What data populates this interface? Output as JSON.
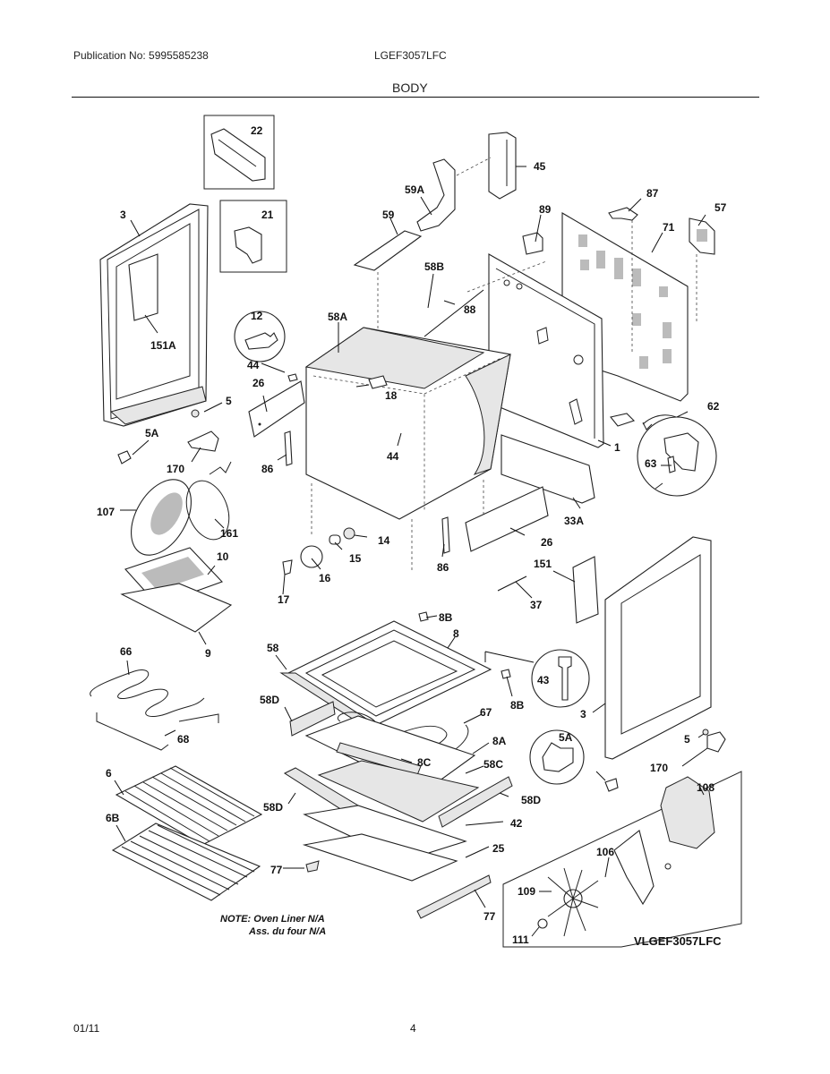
{
  "header": {
    "publication": "Publication No: 5995585238",
    "model": "LGEF3057LFC",
    "section": "BODY"
  },
  "footer": {
    "date": "01/11",
    "page": "4"
  },
  "diagram": {
    "code": "VLGEF3057LFC",
    "note_line1": "NOTE: Oven Liner N/A",
    "note_line2": "Ass. du four N/A",
    "labels": {
      "p22": "22",
      "p21": "21",
      "p45": "45",
      "p59A": "59A",
      "p59": "59",
      "p89": "89",
      "p87": "87",
      "p57": "57",
      "p71": "71",
      "p3_left": "3",
      "p151A": "151A",
      "p58B": "58B",
      "p88": "88",
      "p12": "12",
      "p58A": "58A",
      "p44_top": "44",
      "p26_left": "26",
      "p18": "18",
      "p5_left": "5",
      "p5A_left": "5A",
      "p170_left": "170",
      "p86_left": "86",
      "p44_mid": "44",
      "p1": "1",
      "p62": "62",
      "p63": "63",
      "p107": "107",
      "p161": "161",
      "p33A": "33A",
      "p14": "14",
      "p15": "15",
      "p26_right": "26",
      "p10": "10",
      "p16": "16",
      "p86_right": "86",
      "p151": "151",
      "p17": "17",
      "p37": "37",
      "p9": "9",
      "p8B_top": "8B",
      "p8": "8",
      "p66": "66",
      "p58": "58",
      "p43": "43",
      "p8B_bot": "8B",
      "p58D_top": "58D",
      "p67": "67",
      "p3_right": "3",
      "p68": "68",
      "p5A_right": "5A",
      "p5_right": "5",
      "p8A": "8A",
      "p8C": "8C",
      "p58C": "58C",
      "p170_right": "170",
      "p6": "6",
      "p108": "108",
      "p58D_right": "58D",
      "p58D_left": "58D",
      "p6B": "6B",
      "p42": "42",
      "p25": "25",
      "p106": "106",
      "p77_left": "77",
      "p109": "109",
      "p77_right": "77",
      "p111": "111"
    }
  }
}
